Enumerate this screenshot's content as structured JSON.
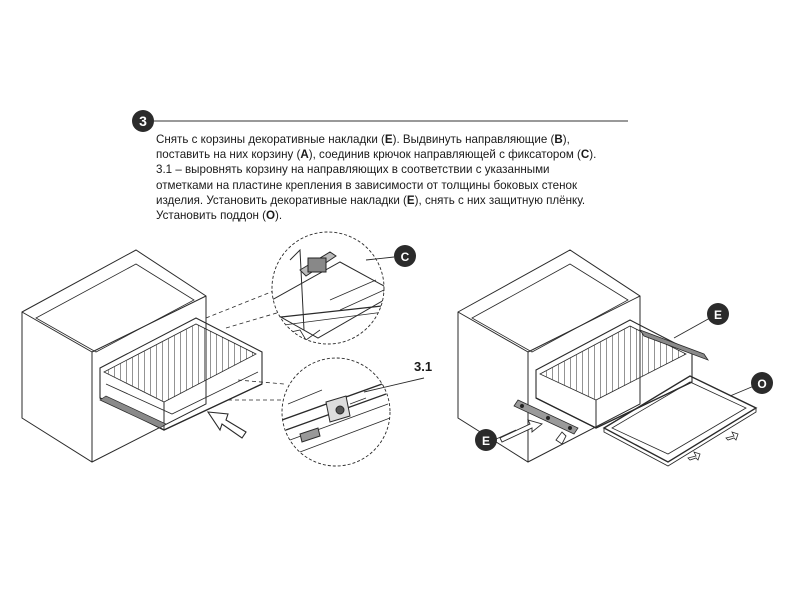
{
  "step": {
    "number": "3",
    "lines": [
      [
        "Снять с корзины декоративные накладки (",
        {
          "b": "E"
        },
        "). Выдвинуть направляющие (",
        {
          "b": "B"
        },
        "),"
      ],
      [
        "поставить на них корзину (",
        {
          "b": "A"
        },
        "), соединив крючок направляющей с фиксатором (",
        {
          "b": "C"
        },
        ")."
      ],
      [
        "3.1 – выровнять корзину на направляющих в соответствии с указанными"
      ],
      [
        "отметками на пластине крепления в зависимости от толщины боковых стенок"
      ],
      [
        "изделия. Установить декоративные накладки (",
        {
          "b": "E"
        },
        "), снять с них защитную плёнку."
      ],
      [
        "Установить поддон (",
        {
          "b": "O"
        },
        ")."
      ]
    ]
  },
  "callouts": {
    "c": "C",
    "detail_31": "3.1",
    "e_top": "E",
    "o": "O",
    "e_bottom": "E"
  },
  "colors": {
    "line": "#2a2a2a",
    "badge": "#2b2b2b",
    "badge_text": "#ffffff",
    "metal": "#5a5a5a"
  }
}
